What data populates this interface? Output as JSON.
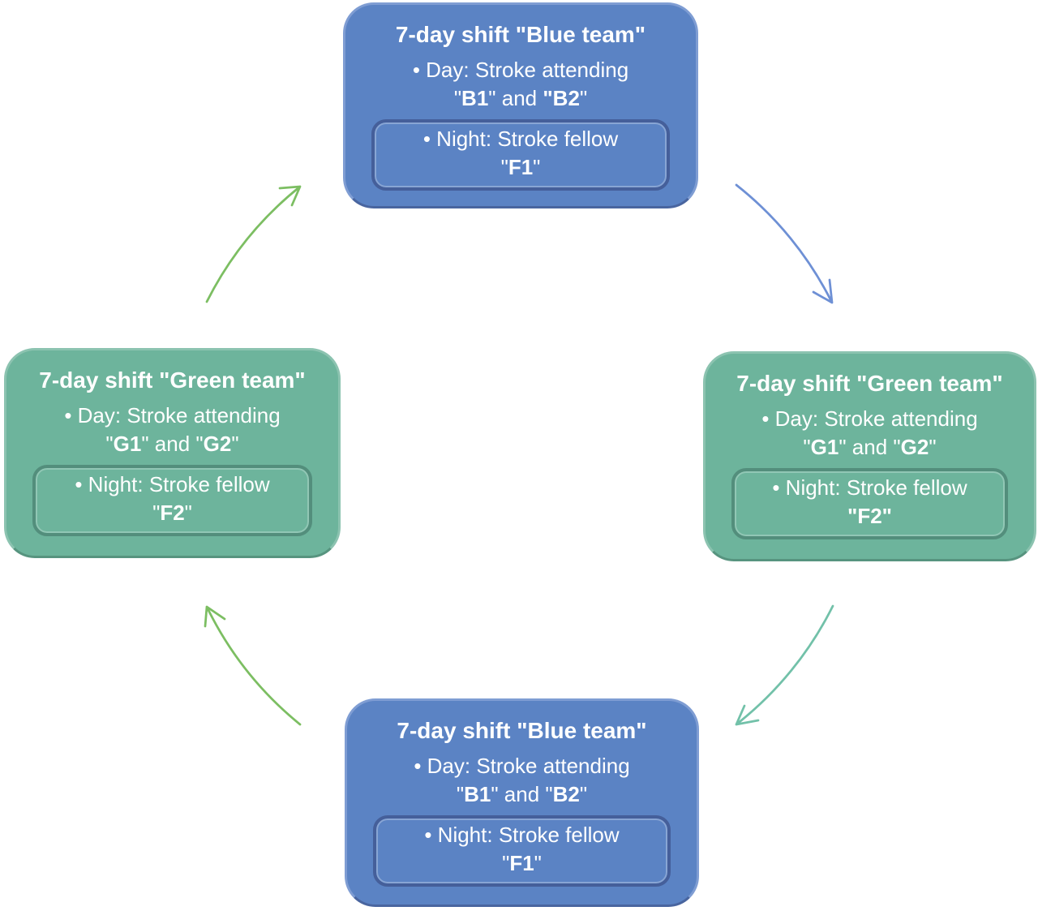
{
  "figure": {
    "colors": {
      "blue_fill": "#5b83c4",
      "blue_border_light": "#7f9dd3",
      "blue_inner_border": "#455f9a",
      "green_fill": "#6db49c",
      "green_border_light": "#8cc3b0",
      "green_inner_border": "#538e7c",
      "text": "#ffffff"
    },
    "boxes": [
      {
        "id": "blue-top",
        "variant": "blue",
        "title": "7-day shift \"Blue team\"",
        "day_line1": [
          {
            "t": "• Day: Stroke attending",
            "b": false
          }
        ],
        "day_line2": [
          {
            "t": "\"",
            "b": false
          },
          {
            "t": "B1",
            "b": true
          },
          {
            "t": "\" and ",
            "b": false
          },
          {
            "t": "\"B2",
            "b": true
          },
          {
            "t": "\"",
            "b": false
          }
        ],
        "night_line1": [
          {
            "t": "• Night: Stroke fellow",
            "b": false
          }
        ],
        "night_line2": [
          {
            "t": "\"",
            "b": false
          },
          {
            "t": "F1",
            "b": true
          },
          {
            "t": "\"",
            "b": false
          }
        ]
      },
      {
        "id": "green-right",
        "variant": "green",
        "title": "7-day shift \"Green team\"",
        "day_line1": [
          {
            "t": "• Day: Stroke attending",
            "b": false
          }
        ],
        "day_line2": [
          {
            "t": "\"",
            "b": false
          },
          {
            "t": "G1",
            "b": true
          },
          {
            "t": "\" and \"",
            "b": false
          },
          {
            "t": "G2",
            "b": true
          },
          {
            "t": "\"",
            "b": false
          }
        ],
        "night_line1": [
          {
            "t": "• Night: Stroke fellow",
            "b": false
          }
        ],
        "night_line2": [
          {
            "t": "\"F2\"",
            "b": true
          }
        ]
      },
      {
        "id": "blue-bottom",
        "variant": "blue",
        "title": "7-day shift \"Blue team\"",
        "day_line1": [
          {
            "t": "• Day: Stroke attending",
            "b": false
          }
        ],
        "day_line2": [
          {
            "t": "\"",
            "b": false
          },
          {
            "t": "B1",
            "b": true
          },
          {
            "t": "\" and \"",
            "b": false
          },
          {
            "t": "B2",
            "b": true
          },
          {
            "t": "\"",
            "b": false
          }
        ],
        "night_line1": [
          {
            "t": "• Night: Stroke fellow",
            "b": false
          }
        ],
        "night_line2": [
          {
            "t": "\"",
            "b": false
          },
          {
            "t": "F1",
            "b": true
          },
          {
            "t": "\"",
            "b": false
          }
        ]
      },
      {
        "id": "green-left",
        "variant": "green",
        "title": "7-day shift \"Green team\"",
        "day_line1": [
          {
            "t": "• Day: Stroke attending",
            "b": false
          }
        ],
        "day_line2": [
          {
            "t": "\"",
            "b": false
          },
          {
            "t": "G1",
            "b": true
          },
          {
            "t": "\" and \"",
            "b": false
          },
          {
            "t": "G2",
            "b": true
          },
          {
            "t": "\"",
            "b": false
          }
        ],
        "night_line1": [
          {
            "t": "• Night: Stroke fellow",
            "b": false
          }
        ],
        "night_line2": [
          {
            "t": "\"",
            "b": false
          },
          {
            "t": "F2",
            "b": true
          },
          {
            "t": "\"",
            "b": false
          }
        ]
      }
    ],
    "arrows": [
      {
        "name": "top-to-right",
        "color": "#6e90d5"
      },
      {
        "name": "right-to-bottom",
        "color": "#72c1a9"
      },
      {
        "name": "bottom-to-left",
        "color": "#7cbe62"
      },
      {
        "name": "left-to-top",
        "color": "#7cbe62"
      }
    ]
  }
}
